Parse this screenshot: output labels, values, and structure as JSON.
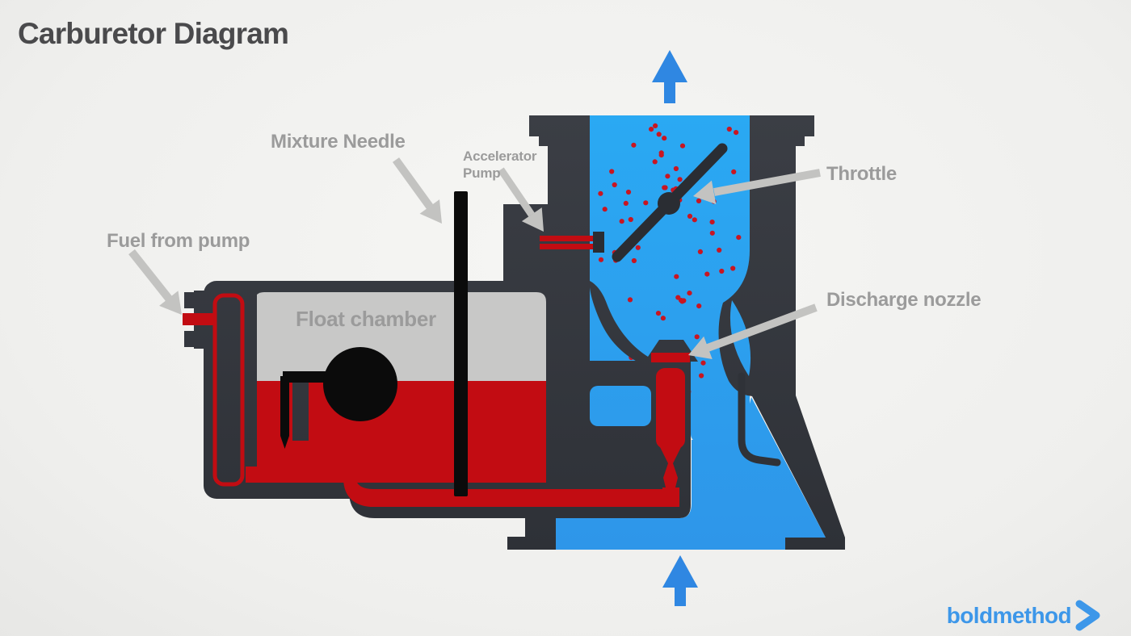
{
  "title": {
    "text": "Carburetor Diagram"
  },
  "diagram": {
    "labels": {
      "fuel_from_pump": "Fuel from pump",
      "mixture_needle": "Mixture Needle",
      "accelerator_pump_line1": "Accelerator",
      "accelerator_pump_line2": "Pump",
      "throttle": "Throttle",
      "float_chamber": "Float chamber",
      "discharge_nozzle": "Discharge nozzle"
    },
    "colors": {
      "background": "#efefed",
      "body_dark": "#35383f",
      "detail_dark": "#2a2d33",
      "fuel_red": "#c20c12",
      "mist_red": "#c81622",
      "air_blue": "#29a3f0",
      "air_blue_deep": "#2e96e9",
      "flow_arrow_blue": "#2f87e2",
      "float_chamber_gray": "#c8c8c7",
      "label_gray": "#9b9b9b",
      "pointer_gray": "#c3c3c1",
      "title_gray": "#4a4a4c",
      "logo_blue": "#3d97e9",
      "float_black": "#0b0b0b"
    }
  },
  "branding": {
    "logo_text": "boldmethod",
    "logo_chevron_icon": "chevron-right"
  }
}
